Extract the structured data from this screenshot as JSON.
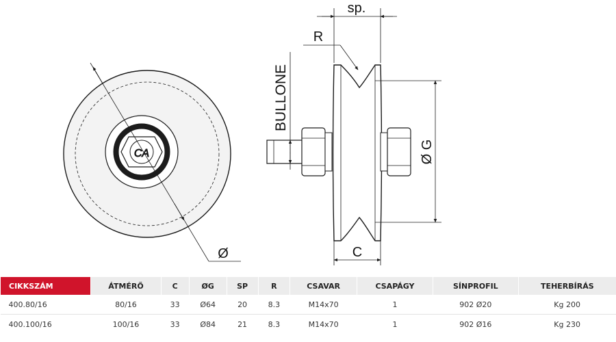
{
  "colors": {
    "accent": "#d0142b",
    "line": "#1a1a1a",
    "wheel_fill": "#f3f3f3"
  },
  "drawing": {
    "logo_text": "CA",
    "label_bullone": "BULLONE",
    "label_sp": "sp.",
    "label_r": "R",
    "label_c": "C",
    "label_g": "Ø G",
    "label_diameter": "Ø"
  },
  "table": {
    "headers": [
      "CIKKSZÁM",
      "ÁTMÉRŐ",
      "C",
      "ØG",
      "SP",
      "R",
      "CSAVAR",
      "CSAPÁGY",
      "SÍNPROFIL",
      "TEHERBÍRÁS"
    ],
    "rows": [
      [
        "400.80/16",
        "80/16",
        "33",
        "Ø64",
        "20",
        "8.3",
        "M14x70",
        "1",
        "902 Ø20",
        "Kg 200"
      ],
      [
        "400.100/16",
        "100/16",
        "33",
        "Ø84",
        "21",
        "8.3",
        "M14x70",
        "1",
        "902 Ø16",
        "Kg 230"
      ]
    ]
  }
}
